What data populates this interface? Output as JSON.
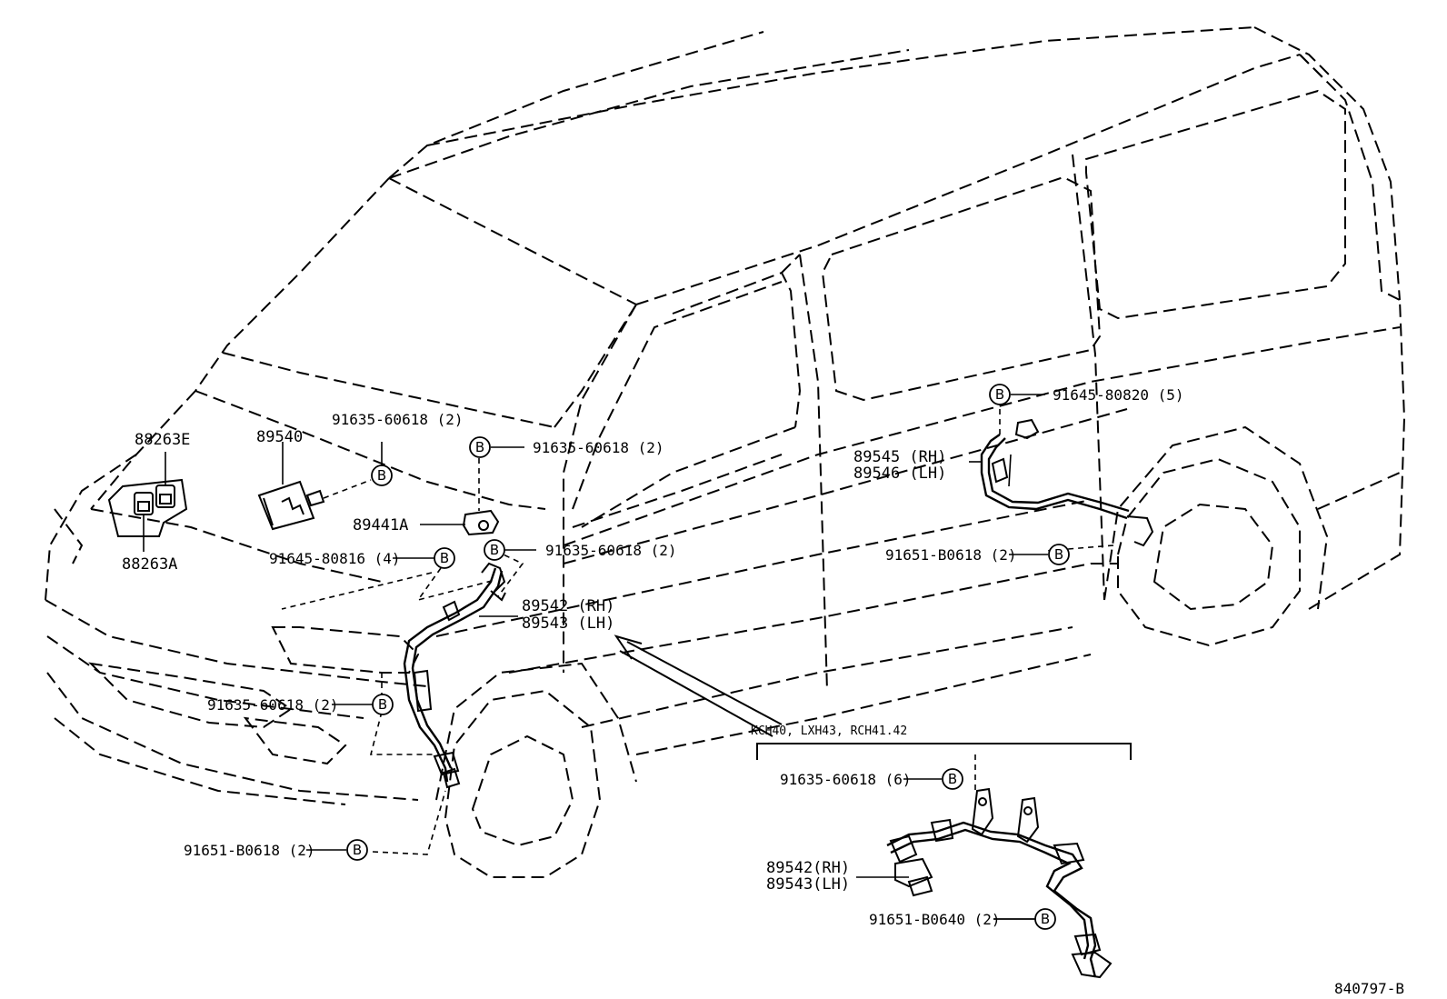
{
  "labels": {
    "p88263E": "88263E",
    "p88263A": "88263A",
    "p89540": "89540",
    "bolt_hood": "91635-60618 (2)",
    "bolt_sensor": "91635-60618 (2)",
    "p89441A": "89441A",
    "bolt_80816": "91645-80816 (4)",
    "bolt_front_mid": "91635-60618 (2)",
    "p89542_rh": "89542 (RH)",
    "p89543_lh": "89543 (LH)",
    "bolt_front_low": "91635-60618 (2)",
    "bolt_front_b0618": "91651-B0618 (2)",
    "bolt_80820": "91645-80820 (5)",
    "p89545_rh": "89545 (RH)",
    "p89546_lh": "89546 (LH)",
    "bolt_rear_b0618": "91651-B0618 (2)",
    "inset_title": "KCH40, LXH43, RCH41.42",
    "inset_bolt_6": "91635-60618 (6)",
    "inset_89542_rh": "89542(RH)",
    "inset_89543_lh": "89543(LH)",
    "inset_bolt_b0640": "91651-B0640 (2)",
    "diagram_ref": "840797-B"
  },
  "bolt_marker": "B",
  "icons": {
    "bolt_marker": "circled-letter-icon"
  }
}
